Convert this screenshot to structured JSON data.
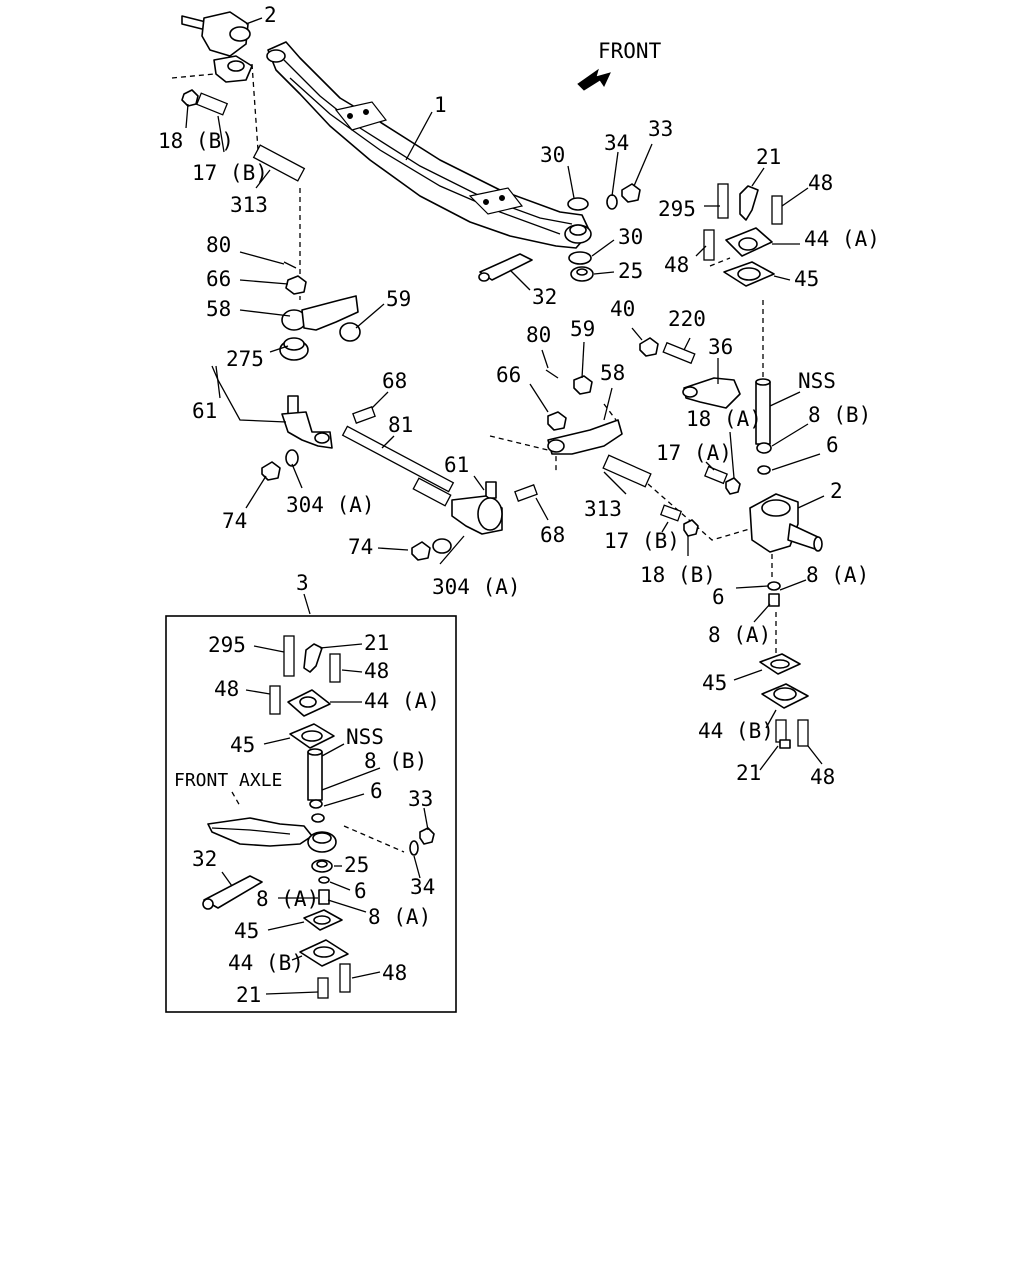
{
  "diagram": {
    "direction_label": "FRONT",
    "inset_title": "FRONT AXLE",
    "inset_number": "3",
    "labels": {
      "top_left_2": "2",
      "axle_1": "1",
      "n18b_tl": "18 (B)",
      "n17b_tl": "17 (B)",
      "n313_tl": "313",
      "n80_l": "80",
      "n66_l": "66",
      "n58_l": "58",
      "n59_l": "59",
      "n275": "275",
      "n61_l": "61",
      "n68_l": "68",
      "n81": "81",
      "n74_l": "74",
      "n304a_l": "304 (A)",
      "n30_a": "30",
      "n34_t": "34",
      "n33_t": "33",
      "n30_b": "30",
      "n25_t": "25",
      "n32_t": "32",
      "n21_tr": "21",
      "n48_tr1": "48",
      "n295_tr": "295",
      "n48_tr2": "48",
      "n44a_tr": "44 (A)",
      "n45_tr": "45",
      "n80_m": "80",
      "n59_m": "59",
      "n66_m": "66",
      "n58_m": "58",
      "n40": "40",
      "n220": "220",
      "n36": "36",
      "nss_r": "NSS",
      "n18a_r": "18 (A)",
      "n8b_r": "8 (B)",
      "n17a_r": "17 (A)",
      "n6_r": "6",
      "n2_r": "2",
      "n61_m": "61",
      "n313_m": "313",
      "n68_m": "68",
      "n17b_m": "17 (B)",
      "n18b_m": "18 (B)",
      "n74_m": "74",
      "n304a_m": "304 (A)",
      "n6_r2": "6",
      "n8a_r1": "8 (A)",
      "n8a_r2": "8 (A)",
      "n45_r": "45",
      "n44b_r": "44 (B)",
      "n21_r": "21",
      "n48_r": "48",
      "i295": "295",
      "i21_t": "21",
      "i48_t1": "48",
      "i48_t2": "48",
      "i44a": "44 (A)",
      "i45_t": "45",
      "inss": "NSS",
      "i8b": "8 (B)",
      "i6_t": "6",
      "i33": "33",
      "i32": "32",
      "i25": "25",
      "i6_b": "6",
      "i34": "34",
      "i8a_l": "8 (A)",
      "i8a_r": "8 (A)",
      "i45_b": "45",
      "i44b": "44 (B)",
      "i48_b": "48",
      "i21_b": "21"
    }
  }
}
